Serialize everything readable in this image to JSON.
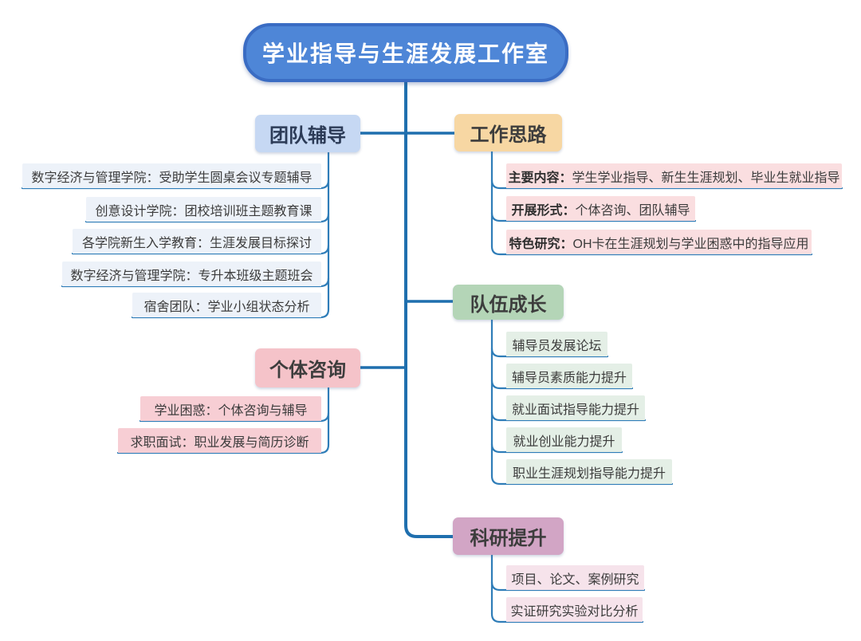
{
  "root": {
    "label": "学业指导与生涯发展工作室"
  },
  "branches": [
    {
      "label": "团队辅导",
      "side": "left",
      "children": [
        {
          "text": "数字经济与管理学院：受助学生圆桌会议专题辅导"
        },
        {
          "text": "创意设计学院：团校培训班主题教育课"
        },
        {
          "text": "各学院新生入学教育：生涯发展目标探讨"
        },
        {
          "text": "数字经济与管理学院：专升本班级主题班会"
        },
        {
          "text": "宿舍团队：学业小组状态分析"
        }
      ]
    },
    {
      "label": "工作思路",
      "side": "right",
      "children": [
        {
          "prefix": "主要内容：",
          "text": "学生学业指导、新生生涯规划、毕业生就业指导"
        },
        {
          "prefix": "开展形式：",
          "text": "个体咨询、团队辅导"
        },
        {
          "prefix": "特色研究：",
          "text": "OH卡在生涯规划与学业困惑中的指导应用"
        }
      ]
    },
    {
      "label": "队伍成长",
      "side": "right",
      "children": [
        {
          "text": "辅导员发展论坛"
        },
        {
          "text": "辅导员素质能力提升"
        },
        {
          "text": "就业面试指导能力提升"
        },
        {
          "text": "就业创业能力提升"
        },
        {
          "text": "职业生涯规划指导能力提升"
        }
      ]
    },
    {
      "label": "个体咨询",
      "side": "left",
      "children": [
        {
          "text": "学业困惑：个体咨询与辅导"
        },
        {
          "text": "求职面试：职业发展与简历诊断"
        }
      ]
    },
    {
      "label": "科研提升",
      "side": "right",
      "children": [
        {
          "text": "项目、论文、案例研究"
        },
        {
          "text": "实证研究实验对比分析"
        }
      ]
    }
  ],
  "colors": {
    "root_fill": "#4e86d7",
    "root_border": "#3a6cc3",
    "line_main": "#1f6fae",
    "line_child": "#2f7db8",
    "team_coaching_fill": "#c6d8f3",
    "team_coaching_label": "#2c3b57",
    "team_coaching_child_fill": "#edf2f9",
    "work_ideas_fill": "#f7d7a3",
    "work_ideas_child_fill": "#fadee0",
    "team_growth_fill": "#b4d5b7",
    "team_growth_child_fill": "#e4efe6",
    "individual_fill": "#f5c3c9",
    "individual_child_fill": "#f7ced4",
    "research_fill": "#d2a5c5",
    "research_child_fill": "#f6e3eb"
  }
}
